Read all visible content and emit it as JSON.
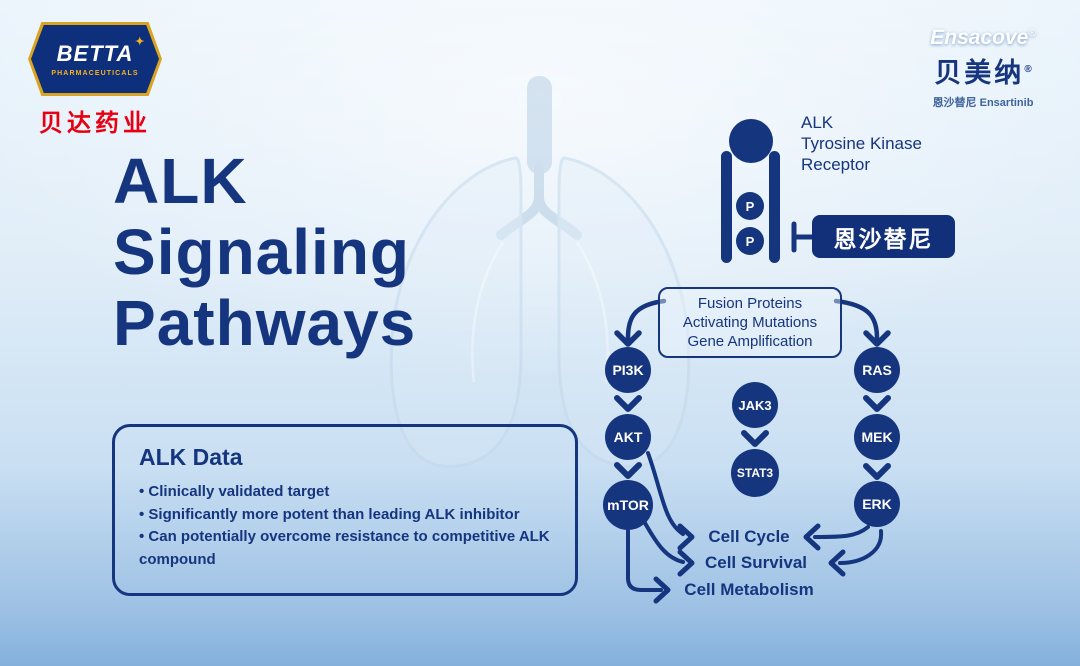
{
  "branding": {
    "betta": {
      "name": "BETTA",
      "subtitle": "PHARMACEUTICALS",
      "chinese": "贝达药业"
    },
    "ensacove": {
      "name": "Ensacove",
      "reg": "®",
      "chinese": "贝美纳",
      "sub_chinese": "恩沙替尼",
      "sub_en": "Ensartinib"
    }
  },
  "title": {
    "lines": [
      "ALK",
      "Signaling",
      "Pathways"
    ]
  },
  "alk_data": {
    "heading": "ALK Data",
    "bullets": [
      "Clinically validated target",
      "Significantly more potent than leading ALK inhibitor",
      "Can potentially overcome resistance to competitive ALK compound"
    ]
  },
  "pathway": {
    "receptor": {
      "lines": [
        "ALK",
        "Tyrosine Kinase",
        "Receptor"
      ],
      "phospho": "P"
    },
    "drug": "恩沙替尼",
    "triggers": [
      "Fusion Proteins",
      "Activating Mutations",
      "Gene Amplification"
    ],
    "nodes": {
      "pi3k": "PI3K",
      "akt": "AKT",
      "mtor": "mTOR",
      "jak3": "JAK3",
      "stat3": "STAT3",
      "ras": "RAS",
      "mek": "MEK",
      "erk": "ERK"
    },
    "outputs": {
      "cycle": "Cell Cycle",
      "survival": "Cell Survival",
      "metabolism": "Cell Metabolism"
    }
  },
  "icons": {
    "atom": "✦"
  },
  "colors": {
    "navy": "#16357f",
    "red": "#e60012",
    "gold": "#d9a520"
  }
}
